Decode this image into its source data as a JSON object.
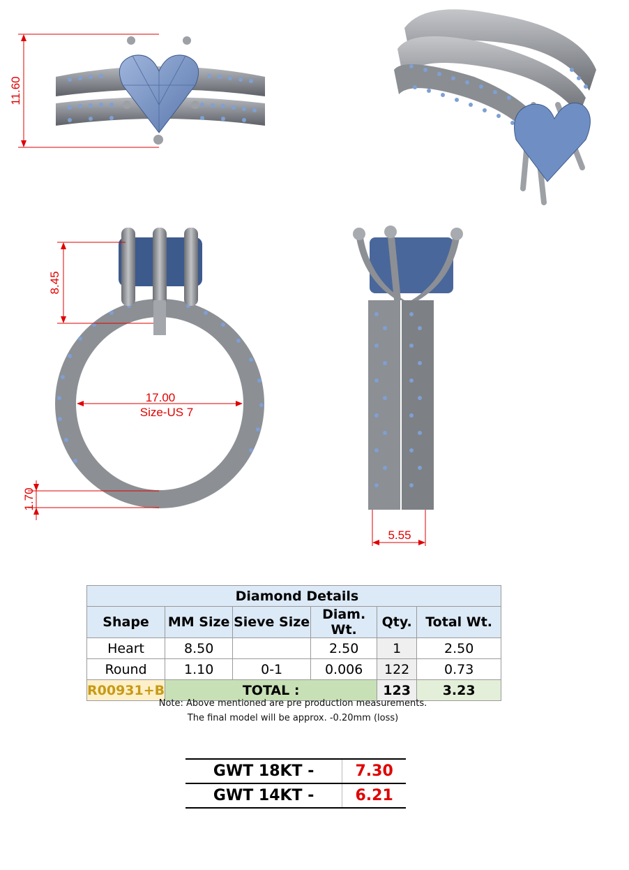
{
  "dimensions": {
    "height_top": "11.60",
    "prong_height": "8.45",
    "inner_diameter": "17.00",
    "ring_size": "Size-US 7",
    "band_thickness": "1.70",
    "band_width": "5.55"
  },
  "diamond_table": {
    "title": "Diamond Details",
    "headers": [
      "Shape",
      "MM Size",
      "Sieve Size",
      "Diam. Wt.",
      "Qty.",
      "Total Wt."
    ],
    "rows": [
      [
        "Heart",
        "8.50",
        "",
        "2.50",
        "1",
        "2.50"
      ],
      [
        "Round",
        "1.10",
        "0-1",
        "0.006",
        "122",
        "0.73"
      ]
    ],
    "total": {
      "code": "R00931+B",
      "label": "TOTAL :",
      "qty": "123",
      "weight": "3.23"
    }
  },
  "note": {
    "line1": "Note: Above mentioned are pre production measurements.",
    "line2": "The final model will be approx. -0.20mm (loss)"
  },
  "gross_weight": [
    {
      "label": "GWT 18KT  -",
      "value": "7.30"
    },
    {
      "label": "GWT 14KT  -",
      "value": "6.21"
    }
  ],
  "colors": {
    "metal": "#7f8288",
    "gem": "#6f8fc4",
    "dimension_line": "#e00000",
    "table_header": "#dce9f6",
    "total_green": "#c8e0b6",
    "code_text": "#c79a17"
  }
}
